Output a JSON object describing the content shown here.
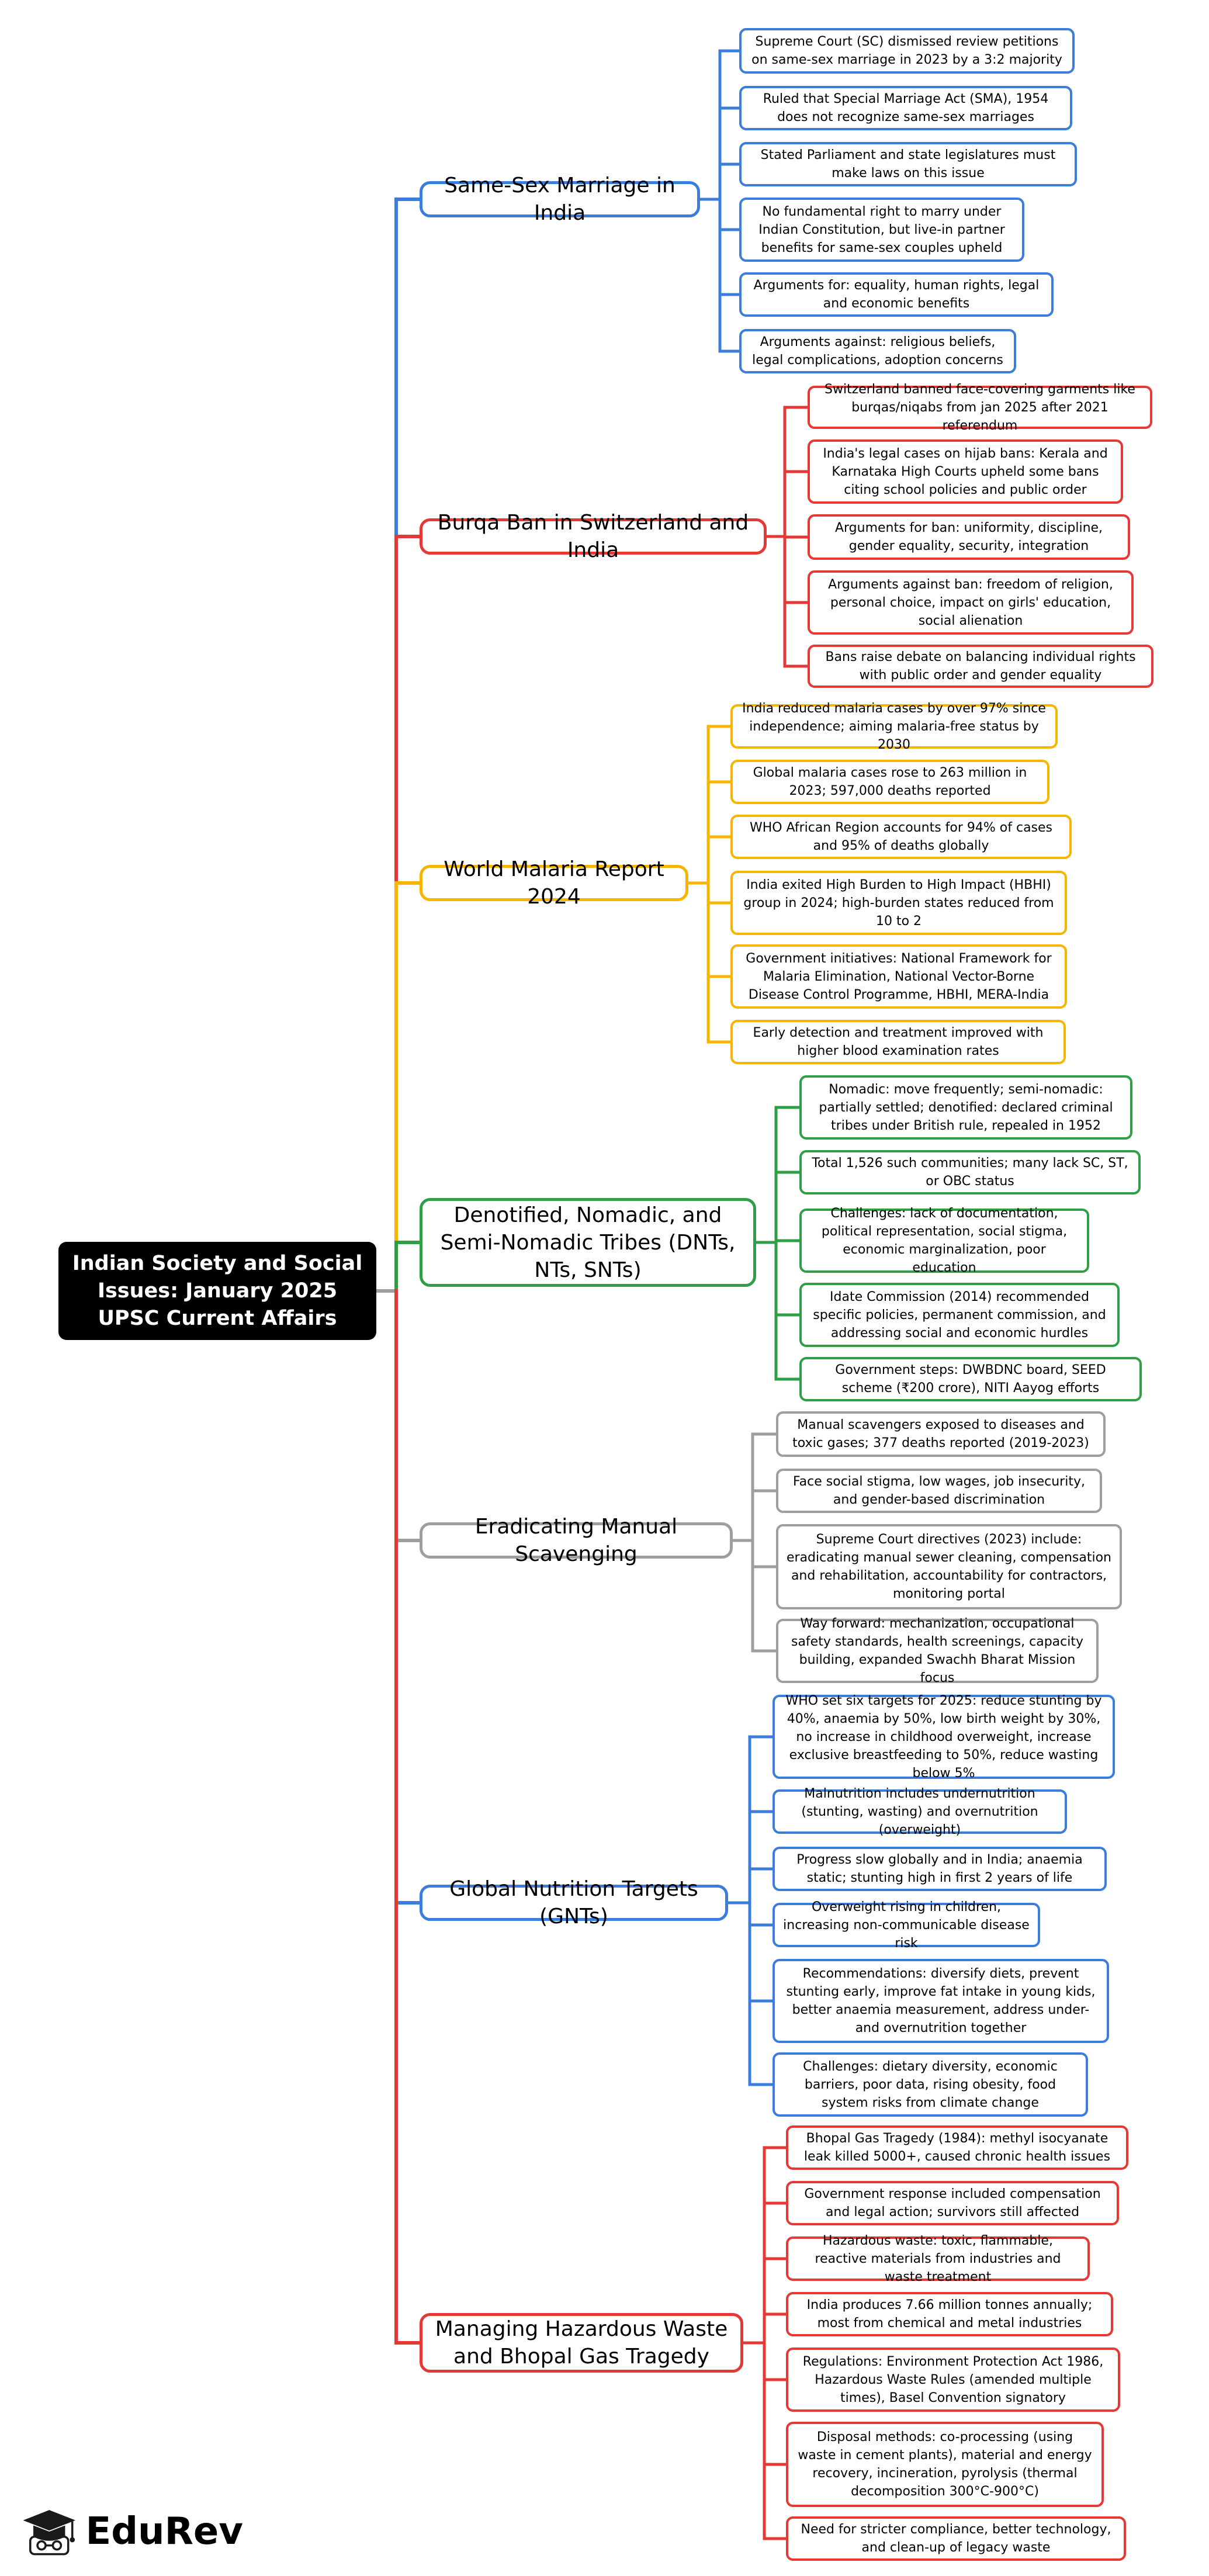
{
  "colors": {
    "blue": "#3B7DDD",
    "red": "#E53935",
    "yellow": "#F7B500",
    "green": "#2E9E47",
    "gray": "#9E9E9E"
  },
  "root": "Indian Society and Social Issues: January 2025 UPSC Current Affairs",
  "brand": {
    "name": "EduRev",
    "icon": "graduation-cap-icon"
  },
  "topics": [
    {
      "label": "Same-Sex Marriage in India",
      "color": "blue",
      "items": [
        "Supreme Court (SC) dismissed review petitions on same-sex marriage in 2023 by a 3:2 majority",
        "Ruled that Special Marriage Act (SMA), 1954 does not recognize same-sex marriages",
        "Stated Parliament and state legislatures must make laws on this issue",
        "No fundamental right to marry under Indian Constitution, but live-in partner benefits for same-sex couples upheld",
        "Arguments for: equality, human rights, legal and economic benefits",
        "Arguments against: religious beliefs, legal complications, adoption concerns"
      ]
    },
    {
      "label": "Burqa Ban in Switzerland and India",
      "color": "red",
      "items": [
        "Switzerland banned face-covering garments like burqas/niqabs from jan 2025 after 2021 referendum",
        "India's legal cases on hijab bans: Kerala and Karnataka High Courts upheld some bans citing school policies and public order",
        "Arguments for ban: uniformity, discipline, gender equality, security, integration",
        "Arguments against ban: freedom of religion, personal choice, impact on girls' education, social alienation",
        "Bans raise debate on balancing individual rights with public order and gender equality"
      ]
    },
    {
      "label": "World Malaria Report 2024",
      "color": "yellow",
      "items": [
        "India reduced malaria cases by over 97% since independence; aiming malaria-free status by 2030",
        "Global malaria cases rose to 263 million in 2023; 597,000 deaths reported",
        "WHO African Region accounts for 94% of cases and 95% of deaths globally",
        "India exited High Burden to High Impact (HBHI) group in 2024; high-burden states reduced from 10 to 2",
        "Government initiatives: National Framework for Malaria Elimination, National Vector-Borne Disease Control Programme, HBHI, MERA-India",
        "Early detection and treatment improved with higher blood examination rates"
      ]
    },
    {
      "label": "Denotified, Nomadic, and Semi-Nomadic Tribes (DNTs, NTs, SNTs)",
      "color": "green",
      "items": [
        "Nomadic: move frequently; semi-nomadic: partially settled; denotified: declared criminal tribes under British rule, repealed in 1952",
        "Total 1,526 such communities; many lack SC, ST, or OBC status",
        "Challenges: lack of documentation, political representation, social stigma, economic marginalization, poor education",
        "Idate Commission (2014) recommended specific policies, permanent commission, and addressing social and economic hurdles",
        "Government steps: DWBDNC board, SEED scheme (₹200 crore), NITI Aayog efforts"
      ]
    },
    {
      "label": "Eradicating Manual Scavenging",
      "color": "gray",
      "items": [
        "Manual scavengers exposed to diseases and toxic gases; 377 deaths reported (2019-2023)",
        "Face social stigma, low wages, job insecurity, and gender-based discrimination",
        "Supreme Court directives (2023) include: eradicating manual sewer cleaning, compensation and rehabilitation, accountability for contractors, monitoring portal",
        "Way forward: mechanization, occupational safety standards, health screenings, capacity building, expanded Swachh Bharat Mission focus"
      ]
    },
    {
      "label": "Global Nutrition Targets (GNTs)",
      "color": "blue",
      "items": [
        "WHO set six targets for 2025: reduce stunting by 40%, anaemia by 50%, low birth weight by 30%, no increase in childhood overweight, increase exclusive breastfeeding to 50%, reduce wasting below 5%",
        "Malnutrition includes undernutrition (stunting, wasting) and overnutrition (overweight)",
        "Progress slow globally and in India; anaemia static; stunting high in first 2 years of life",
        "Overweight rising in children, increasing non-communicable disease risk",
        "Recommendations: diversify diets, prevent stunting early, improve fat intake in young kids, better anaemia measurement, address under- and overnutrition together",
        "Challenges: dietary diversity, economic barriers, poor data, rising obesity, food system risks from climate change"
      ]
    },
    {
      "label": "Managing Hazardous Waste and Bhopal Gas Tragedy",
      "color": "red",
      "items": [
        "Bhopal Gas Tragedy (1984): methyl isocyanate leak killed 5000+, caused chronic health issues",
        "Government response included compensation and legal action; survivors still affected",
        "Hazardous waste: toxic, flammable, reactive materials from industries and waste treatment",
        "India produces 7.66 million tonnes annually; most from chemical and metal industries",
        "Regulations: Environment Protection Act 1986, Hazardous Waste Rules (amended multiple times), Basel Convention signatory",
        "Disposal methods: co-processing (using waste in cement plants), material and energy recovery, incineration, pyrolysis (thermal decomposition 300°C-900°C)",
        "Need for stricter compliance, better technology, and clean-up of legacy waste"
      ]
    }
  ]
}
